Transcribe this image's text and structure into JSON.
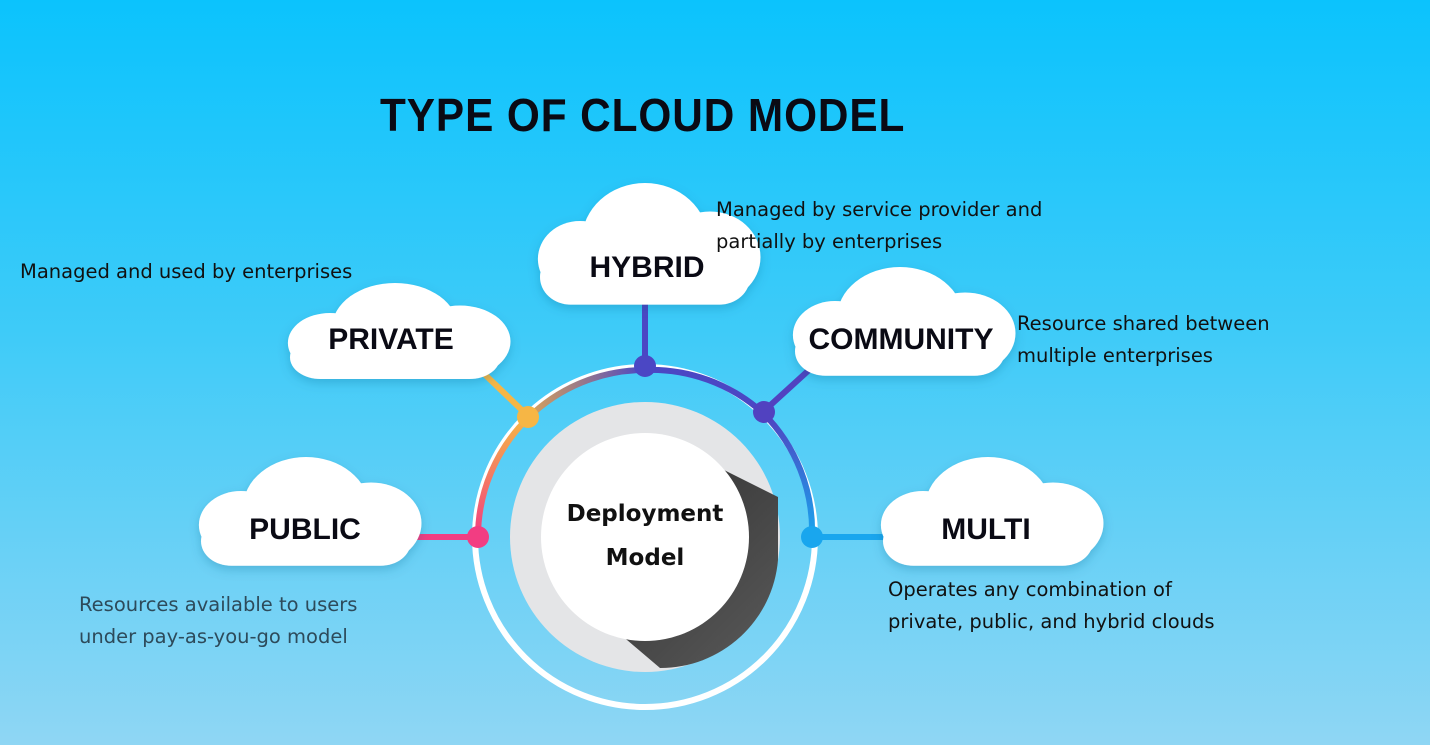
{
  "title": "TYPE OF CLOUD MODEL",
  "center": {
    "line1": "Deployment",
    "line2": "Model"
  },
  "models": {
    "hybrid": {
      "name": "HYBRID",
      "desc1": "Managed by service provider and",
      "desc2": "partially by enterprises",
      "color": "#4b47c4"
    },
    "private": {
      "name": "PRIVATE",
      "desc1": "Managed and used by enterprises",
      "color": "#f6b645"
    },
    "community": {
      "name": "COMMUNITY",
      "desc1": "Resource shared between",
      "desc2": "multiple enterprises",
      "color": "#5142c0"
    },
    "public": {
      "name": "PUBLIC",
      "desc1": "Resources available to users",
      "desc2": "under pay-as-you-go model",
      "color": "#f23d82"
    },
    "multi": {
      "name": "MULTI",
      "desc1": "Operates any combination of",
      "desc2": "private, public, and hybrid clouds",
      "color": "#19a6ee"
    }
  }
}
